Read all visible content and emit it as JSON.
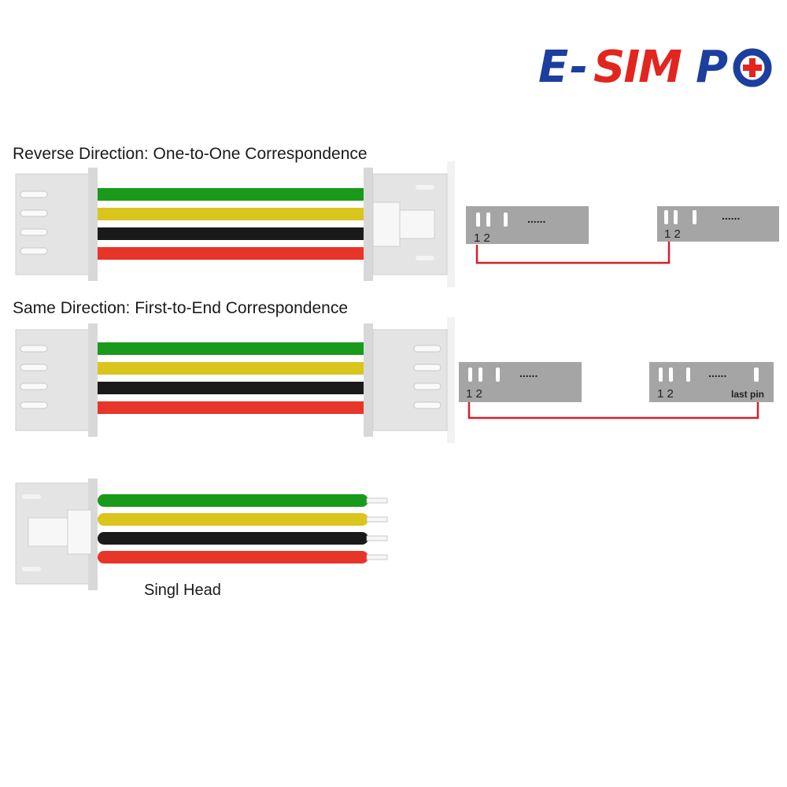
{
  "brand": {
    "logo_text": "E-SIMPO",
    "colors": {
      "blue": "#1c3f9e",
      "red": "#e2251f"
    }
  },
  "sections": [
    {
      "heading": "Reverse Direction: One-to-One Correspondence",
      "pin_left_label": "1 2",
      "pin_right_label": "1 2",
      "dots": "......"
    },
    {
      "heading": "Same Direction: First-to-End Correspondence",
      "pin_left_label": "1 2",
      "pin_right_label": "1 2",
      "dots": "......",
      "last_pin_label": "last pin"
    },
    {
      "heading": "Singl Head"
    }
  ],
  "wire_colors": [
    "#1a9a1a",
    "#d9c51c",
    "#1a1a1a",
    "#e8352a"
  ],
  "link_color": "#d6202a"
}
